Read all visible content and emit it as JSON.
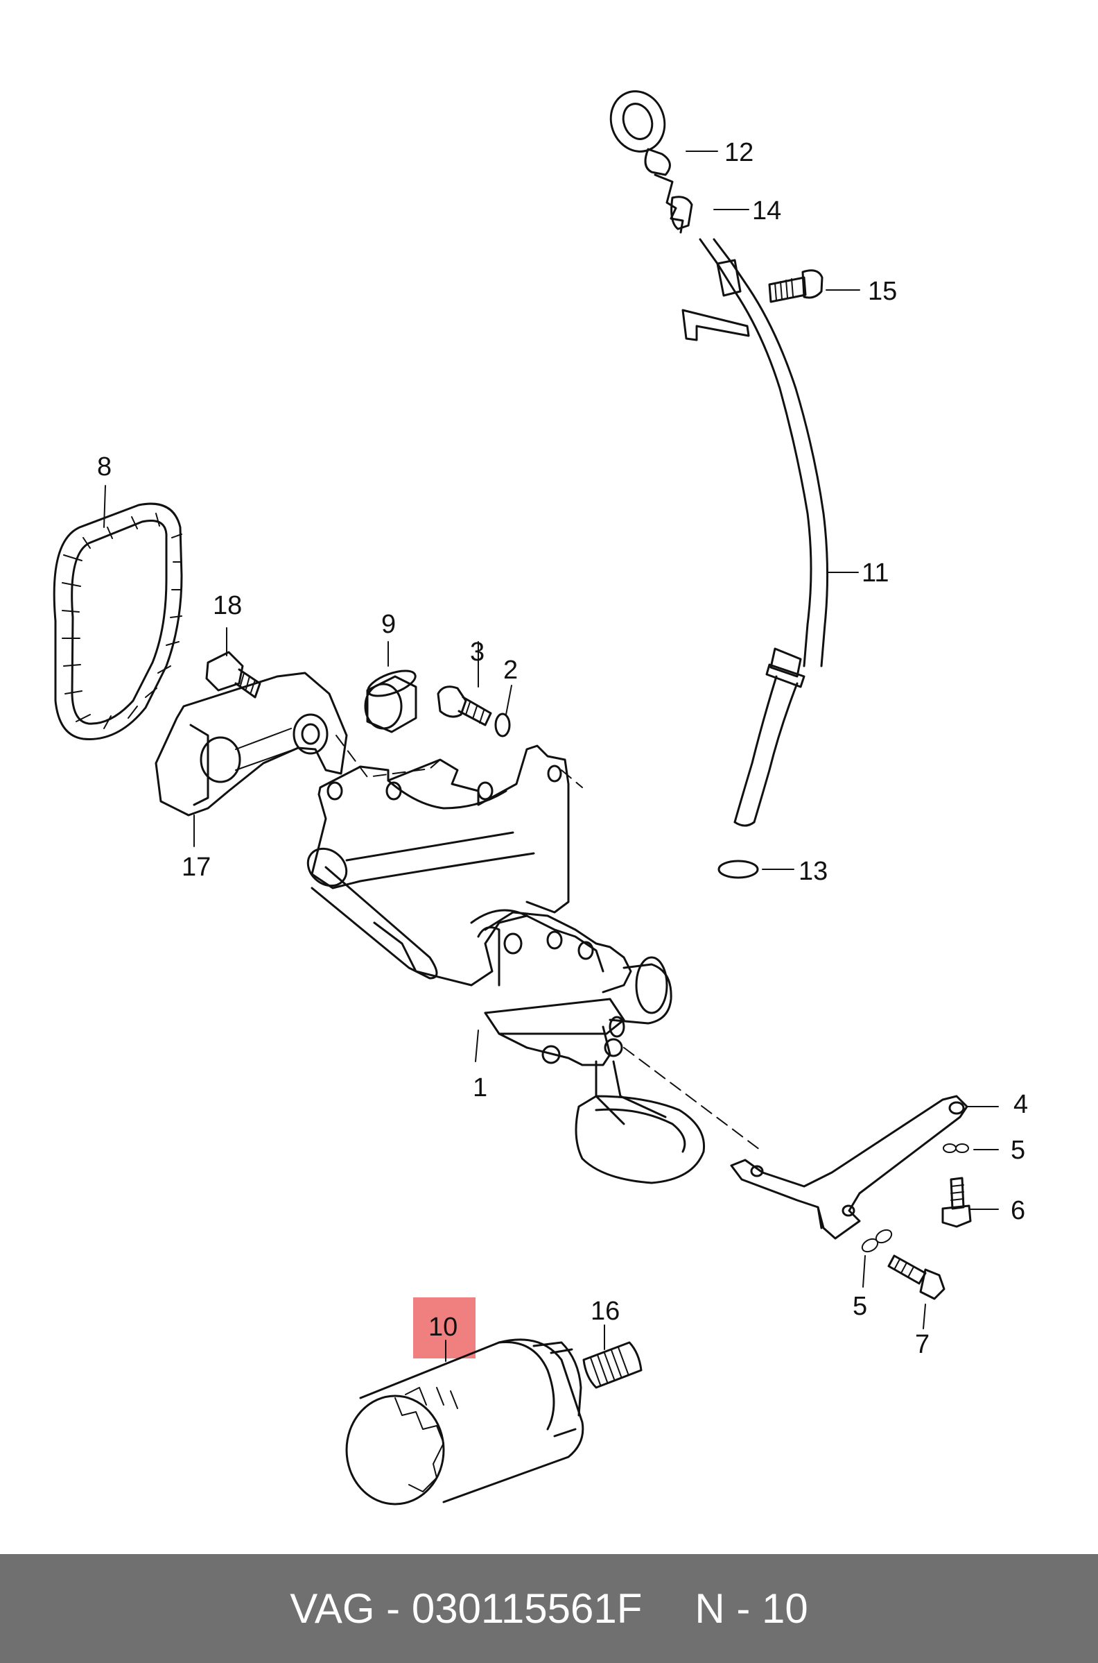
{
  "highlight_color": "#f08080",
  "callouts": {
    "c1": "1",
    "c2": "2",
    "c3": "3",
    "c4": "4",
    "c5a": "5",
    "c5b": "5",
    "c6": "6",
    "c7": "7",
    "c8": "8",
    "c9": "9",
    "c10": "10",
    "c11": "11",
    "c12": "12",
    "c13": "13",
    "c14": "14",
    "c15": "15",
    "c16": "16",
    "c17": "17",
    "c18": "18"
  },
  "footer": {
    "part_label": "VAG - 030115561F",
    "position_label": "N - 10"
  }
}
